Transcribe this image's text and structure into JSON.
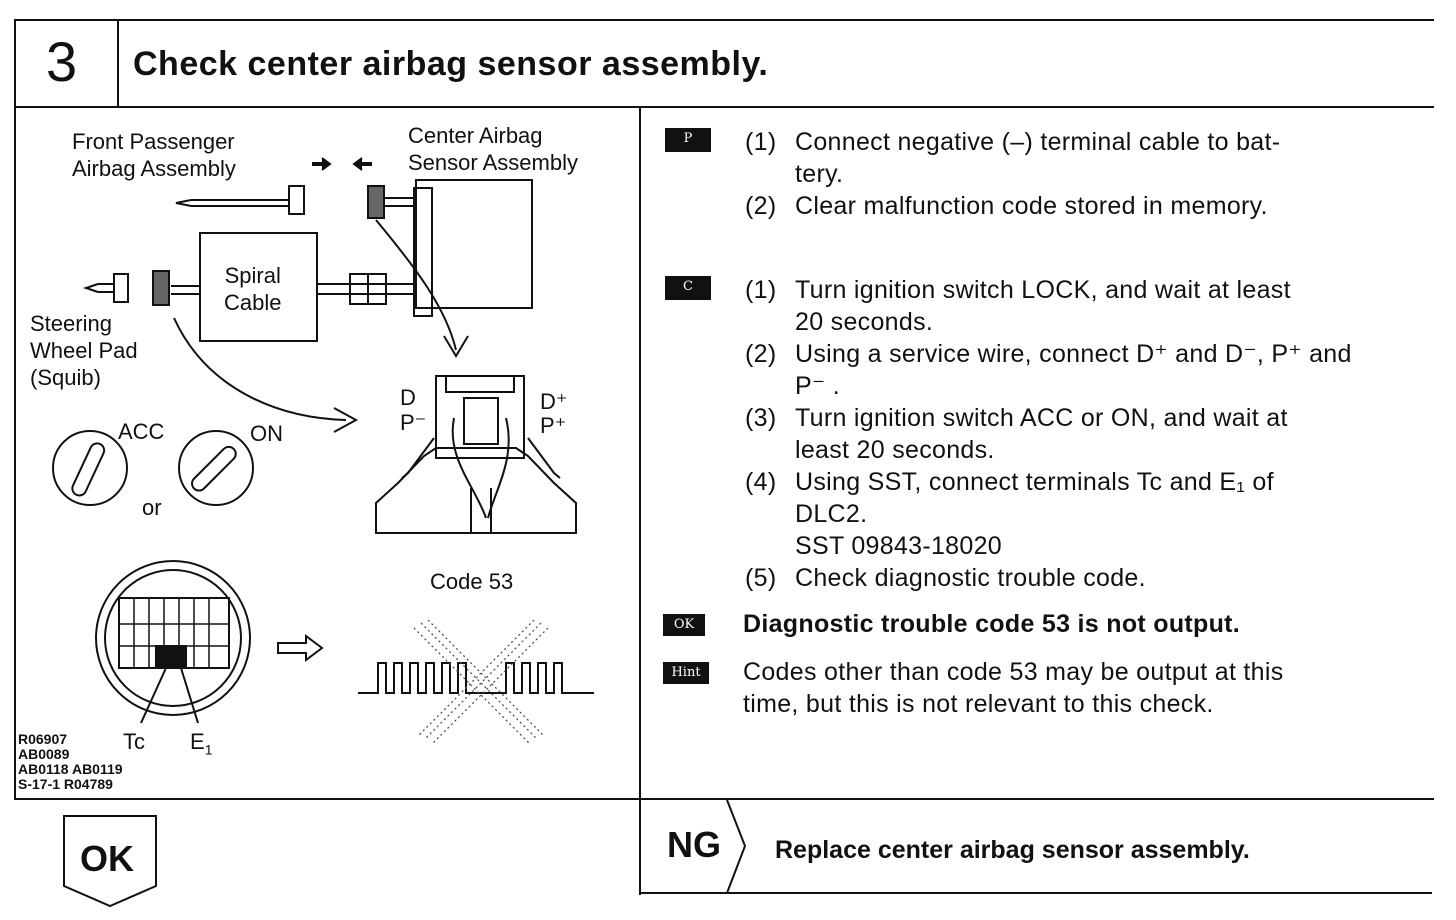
{
  "step": {
    "number": "3",
    "title": "Check center airbag sensor assembly."
  },
  "diagram": {
    "front_passenger_label_1": "Front Passenger",
    "front_passenger_label_2": "Airbag Assembly",
    "center_sensor_label_1": "Center Airbag",
    "center_sensor_label_2": "Sensor Assembly",
    "spiral_label_1": "Spiral",
    "spiral_label_2": "Cable",
    "steering_label_1": "Steering",
    "steering_label_2": "Wheel Pad",
    "steering_label_3": "(Squib)",
    "acc_label": "ACC",
    "on_label": "ON",
    "or_label": "or",
    "d_label": "D",
    "p_minus_label": "P⁻",
    "d_plus_label": "D⁺",
    "p_plus_label": "P⁺",
    "code_label": "Code 53",
    "tc_label": "Tc",
    "e1_label": "E",
    "e1_sub": "1",
    "ref_line_1": "R06907",
    "ref_line_2": "AB0089",
    "ref_line_3": "AB0118 AB0119",
    "ref_line_4": "S-17-1 R04789"
  },
  "instructions": {
    "p_badge": "P",
    "p_items": [
      {
        "num": "(1)",
        "text": "Connect negative (–) terminal cable to bat-"
      },
      {
        "num": "",
        "text": "tery."
      },
      {
        "num": "(2)",
        "text": "Clear malfunction code stored in memory."
      }
    ],
    "c_badge": "C",
    "c_items": [
      {
        "num": "(1)",
        "text": "Turn ignition switch LOCK, and wait at least"
      },
      {
        "num": "",
        "text": "20 seconds."
      },
      {
        "num": "(2)",
        "text": "Using a service wire, connect D⁺ and D⁻, P⁺ and"
      },
      {
        "num": "",
        "text": "P⁻ ."
      },
      {
        "num": "(3)",
        "text": "Turn ignition switch ACC or ON, and wait at"
      },
      {
        "num": "",
        "text": "least 20 seconds."
      },
      {
        "num": "(4)",
        "text": "Using SST, connect terminals Tc and E₁ of"
      },
      {
        "num": "",
        "text": "DLC2."
      },
      {
        "num": "",
        "text": "SST  09843-18020"
      },
      {
        "num": "(5)",
        "text": "Check diagnostic trouble code."
      }
    ],
    "ok_badge": "OK",
    "ok_text": "Diagnostic trouble code 53 is not output.",
    "hint_badge": "Hint",
    "hint_text_1": "Codes other than code 53 may be output at this",
    "hint_text_2": "time, but this is not relevant to this check."
  },
  "results": {
    "ok_label": "OK",
    "ng_label": "NG",
    "ng_text": "Replace center airbag sensor assembly."
  }
}
